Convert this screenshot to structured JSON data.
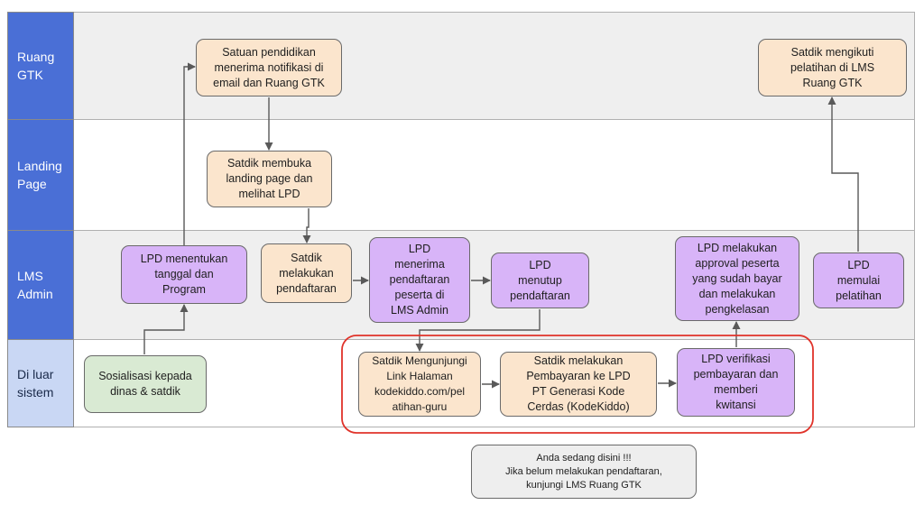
{
  "lanes": [
    {
      "label": "Ruang\nGTK"
    },
    {
      "label": "Landing\nPage"
    },
    {
      "label": "LMS\nAdmin"
    },
    {
      "label": "Di luar\nsistem"
    }
  ],
  "nodes": {
    "satuan_notifikasi": "Satuan pendidikan\nmenerima notifikasi di\nemail dan Ruang GTK",
    "satdik_mengikuti": "Satdik mengikuti\npelatihan di LMS\nRuang GTK",
    "satdik_membuka": "Satdik membuka\nlanding page dan\nmelihat LPD",
    "lpd_menentukan": "LPD menentukan\ntanggal dan\nProgram",
    "satdik_pendaftaran": "Satdik\nmelakukan\npendaftaran",
    "lpd_menerima": "LPD\nmenerima\npendaftaran\npeserta di\nLMS Admin",
    "lpd_menutup": "LPD\nmenutup\npendaftaran",
    "lpd_approval": "LPD melakukan\napproval peserta\nyang sudah bayar\ndan melakukan\npengkelasan",
    "lpd_memulai": "LPD\nmemulai\npelatihan",
    "sosialisasi": "Sosialisasi kepada\ndinas & satdik",
    "satdik_link": "Satdik Mengunjungi\nLink Halaman\nkodekiddo.com/pel\natihan-guru",
    "satdik_pembayaran": "Satdik melakukan\nPembayaran ke LPD\nPT Generasi Kode\nCerdas (KodeKiddo)",
    "lpd_verifikasi": "LPD verifikasi\npembayaran dan\nmemberi\nkwitansi"
  },
  "note": "Anda sedang disini !!!\nJika belum melakukan pendaftaran,\nkunjungi LMS Ruang GTK",
  "colors": {
    "lane_label_blue": "#4a6fd6",
    "lane_label_light": "#c9d7f4",
    "lane_gray": "#efefef",
    "lane_white": "#ffffff",
    "peach": "#fbe5cd",
    "purple": "#d8b4f8",
    "green": "#d9ead3",
    "highlight": "#e0332a",
    "arrow": "#595959"
  }
}
